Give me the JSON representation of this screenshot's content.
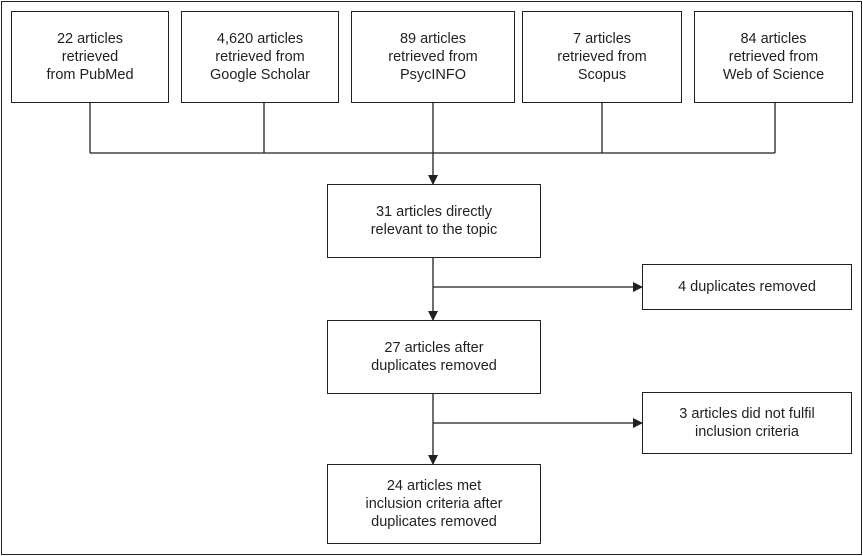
{
  "sources": [
    {
      "lines": [
        "22 articles",
        "retrieved",
        "from PubMed"
      ]
    },
    {
      "lines": [
        "4,620 articles",
        "retrieved from",
        "Google Scholar"
      ]
    },
    {
      "lines": [
        "89 articles",
        "retrieved from",
        "PsycINFO"
      ]
    },
    {
      "lines": [
        "7 articles",
        "retrieved from",
        "Scopus"
      ]
    },
    {
      "lines": [
        "84 articles",
        "retrieved from",
        "Web of Science"
      ]
    }
  ],
  "main": [
    {
      "lines": [
        "31 articles directly",
        "relevant to the topic"
      ]
    },
    {
      "lines": [
        "27 articles after",
        "duplicates removed"
      ]
    },
    {
      "lines": [
        "24 articles met",
        "inclusion criteria after",
        "duplicates removed"
      ]
    }
  ],
  "excluded": [
    {
      "lines": [
        "4 duplicates removed"
      ]
    },
    {
      "lines": [
        "3 articles did not fulfil",
        "inclusion criteria"
      ]
    }
  ],
  "colors": {
    "line": "#231f20",
    "background": "#ffffff"
  }
}
